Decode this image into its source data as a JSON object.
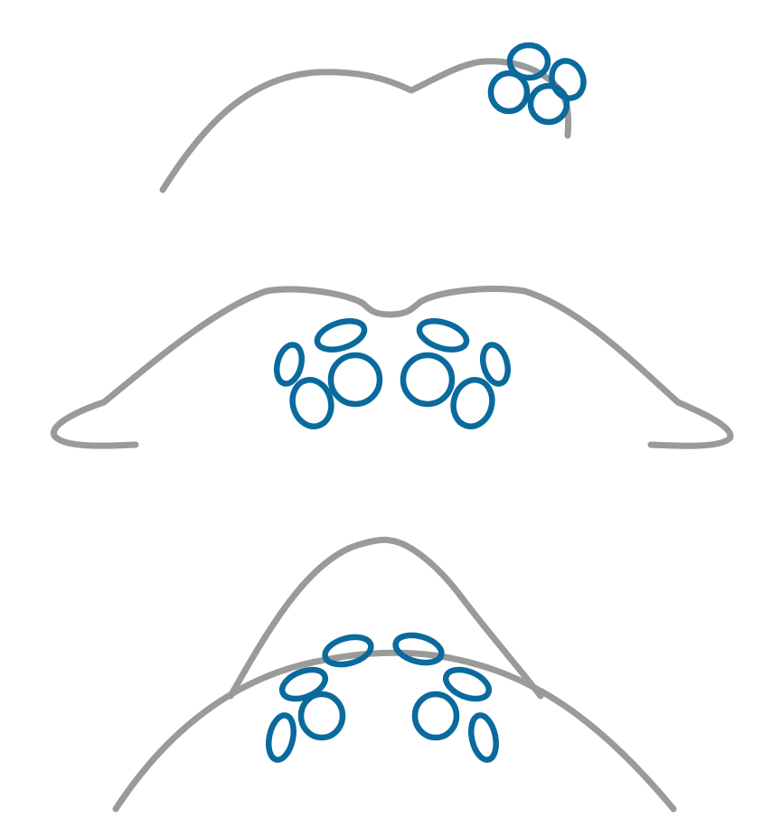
{
  "colors": {
    "outline": "#9a9a9a",
    "eyes": "#0a6a9e",
    "background": "#ffffff"
  },
  "views": [
    {
      "id": "side-view",
      "eye_count": 4
    },
    {
      "id": "front-view",
      "eye_count": 8
    },
    {
      "id": "top-view",
      "eye_count": 8
    }
  ]
}
